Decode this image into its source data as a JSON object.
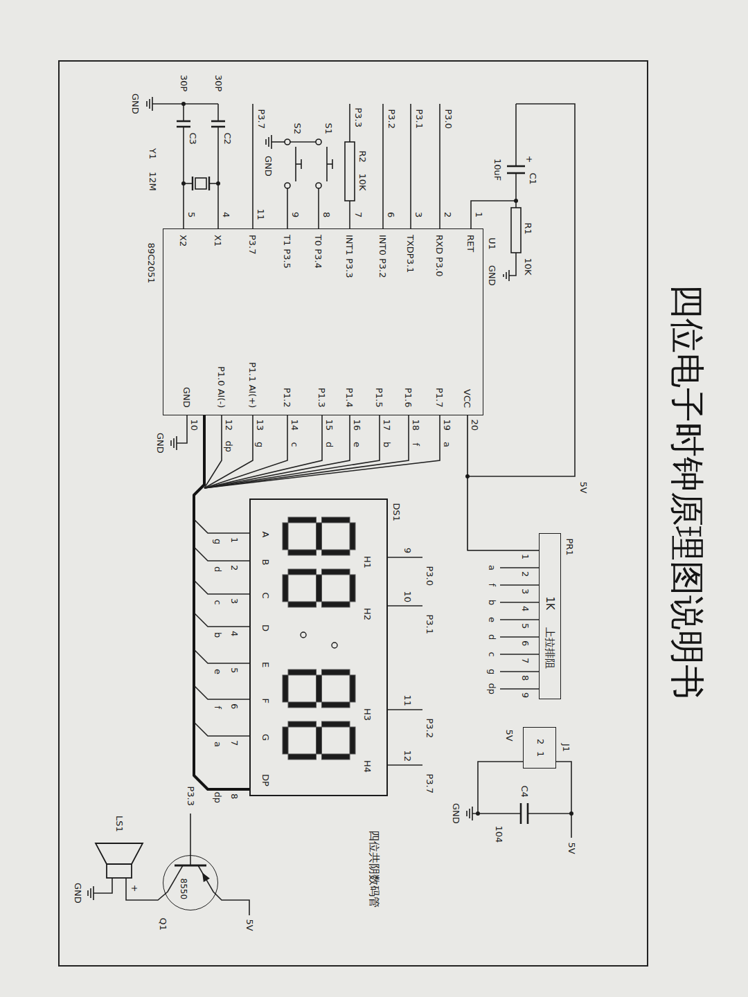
{
  "diagram": {
    "title": "四位电子时钟原理图说明书",
    "nodes": [
      {
        "text": [
          "RET",
          "RXD P3.0",
          "TXDP3.1",
          "INT0 P3.2",
          "INT1 P3.3",
          "T0 P3.4",
          "T1 P3.5",
          "P3.7",
          "X1",
          "X2",
          "VCC",
          "P1.7",
          "P1.6",
          "P1.5",
          "P1.4",
          "P1.3",
          "P1.2",
          "P1.1 AI(+)",
          "P1.0 AI(-)",
          "GND"
        ]
      },
      {
        "text": [
          "1K",
          "上拉排阻"
        ]
      },
      {
        "text": [
          "2",
          "1"
        ]
      },
      {
        "text": [
          "H1",
          "H2",
          "H3",
          "H4",
          "A",
          "B",
          "C",
          "D",
          "E",
          "F",
          "G",
          "DP"
        ]
      },
      {
        "text": [
          "8550"
        ]
      }
    ],
    "edges": [
      {
        "from": 0,
        "to": 3,
        "arrow": "none"
      },
      {
        "from": 0,
        "to": 1,
        "arrow": "none"
      }
    ],
    "labels": [
      "5V",
      "C1",
      "+",
      "10uF",
      "R1",
      "10K",
      "U1",
      "GND",
      "1",
      "2",
      "3",
      "6",
      "7",
      "8",
      "9",
      "11",
      "4",
      "5",
      "P3.0",
      "P3.1",
      "P3.2",
      "P3.3",
      "R2",
      "10K",
      "S1",
      "S2",
      "GND",
      "P3.7",
      "C2",
      "30P",
      "C3",
      "30P",
      "GND",
      "Y1",
      "12M",
      "89C2051",
      "20",
      "19",
      "a",
      "18",
      "f",
      "17",
      "b",
      "16",
      "e",
      "15",
      "d",
      "14",
      "c",
      "13",
      "g",
      "12",
      "dp",
      "10",
      "GND",
      "PR1",
      "1",
      "2",
      "3",
      "4",
      "5",
      "6",
      "7",
      "8",
      "9",
      "a",
      "f",
      "b",
      "e",
      "d",
      "c",
      "g",
      "dp",
      "J1",
      "5V",
      "5V",
      "C4",
      "104",
      "GND",
      "DS1",
      "P3.0",
      "9",
      "P3.1",
      "10",
      "P3.2",
      "11",
      "P3.7",
      "12",
      "1",
      "2",
      "3",
      "4",
      "5",
      "6",
      "7",
      "8",
      "g",
      "d",
      "c",
      "b",
      "e",
      "f",
      "a",
      "dp",
      "四位共阴数码管",
      "P3.3",
      "5V",
      "+",
      "LS1",
      "GND",
      "Q1"
    ]
  }
}
